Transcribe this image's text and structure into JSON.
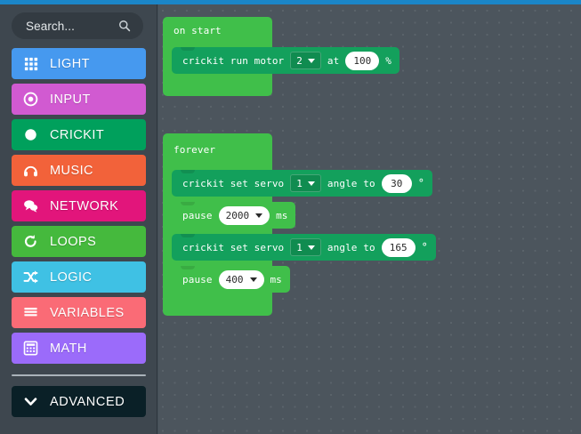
{
  "theme": {
    "top_bar_color": "#1b86c8",
    "toolbox_bg": "#3e474f",
    "canvas_bg": "#4c555d",
    "loops_green": "#40bf4a",
    "crickit_green": "#13a05c"
  },
  "search": {
    "placeholder": "Search...",
    "icon": "search-icon"
  },
  "toolbox": {
    "categories": [
      {
        "label": "LIGHT",
        "color": "#4699ef",
        "icon": "grid-icon"
      },
      {
        "label": "INPUT",
        "color": "#d15ad1",
        "icon": "target-dot-icon"
      },
      {
        "label": "CRICKIT",
        "color": "#00a05c",
        "icon": "filled-circle-icon"
      },
      {
        "label": "MUSIC",
        "color": "#f2623a",
        "icon": "headphones-icon"
      },
      {
        "label": "NETWORK",
        "color": "#e2157b",
        "icon": "speech-bubbles-icon"
      },
      {
        "label": "LOOPS",
        "color": "#45b93d",
        "icon": "refresh-arrow-icon"
      },
      {
        "label": "LOGIC",
        "color": "#3fc1e4",
        "icon": "shuffle-icon"
      },
      {
        "label": "VARIABLES",
        "color": "#fa6b76",
        "icon": "list-lines-icon"
      },
      {
        "label": "MATH",
        "color": "#9b6bfa",
        "icon": "calculator-icon"
      }
    ],
    "advanced": {
      "label": "ADVANCED",
      "color": "#0a2027",
      "icon": "chevron-down-icon"
    }
  },
  "workspace": {
    "on_start": {
      "label": "on start",
      "children": [
        {
          "kind": "crickit",
          "text_1": "crickit run motor",
          "dropdown": "2",
          "text_2": "at",
          "number": "100",
          "unit": "%"
        }
      ]
    },
    "forever": {
      "label": "forever",
      "children": [
        {
          "kind": "crickit",
          "text_1": "crickit set servo",
          "dropdown": "1",
          "text_2": "angle to",
          "number": "30",
          "unit": "°"
        },
        {
          "kind": "loops",
          "text_1": "pause",
          "dropdown": "2000",
          "unit": "ms"
        },
        {
          "kind": "crickit",
          "text_1": "crickit set servo",
          "dropdown": "1",
          "text_2": "angle to",
          "number": "165",
          "unit": "°"
        },
        {
          "kind": "loops",
          "text_1": "pause",
          "dropdown": "400",
          "unit": "ms"
        }
      ]
    }
  }
}
